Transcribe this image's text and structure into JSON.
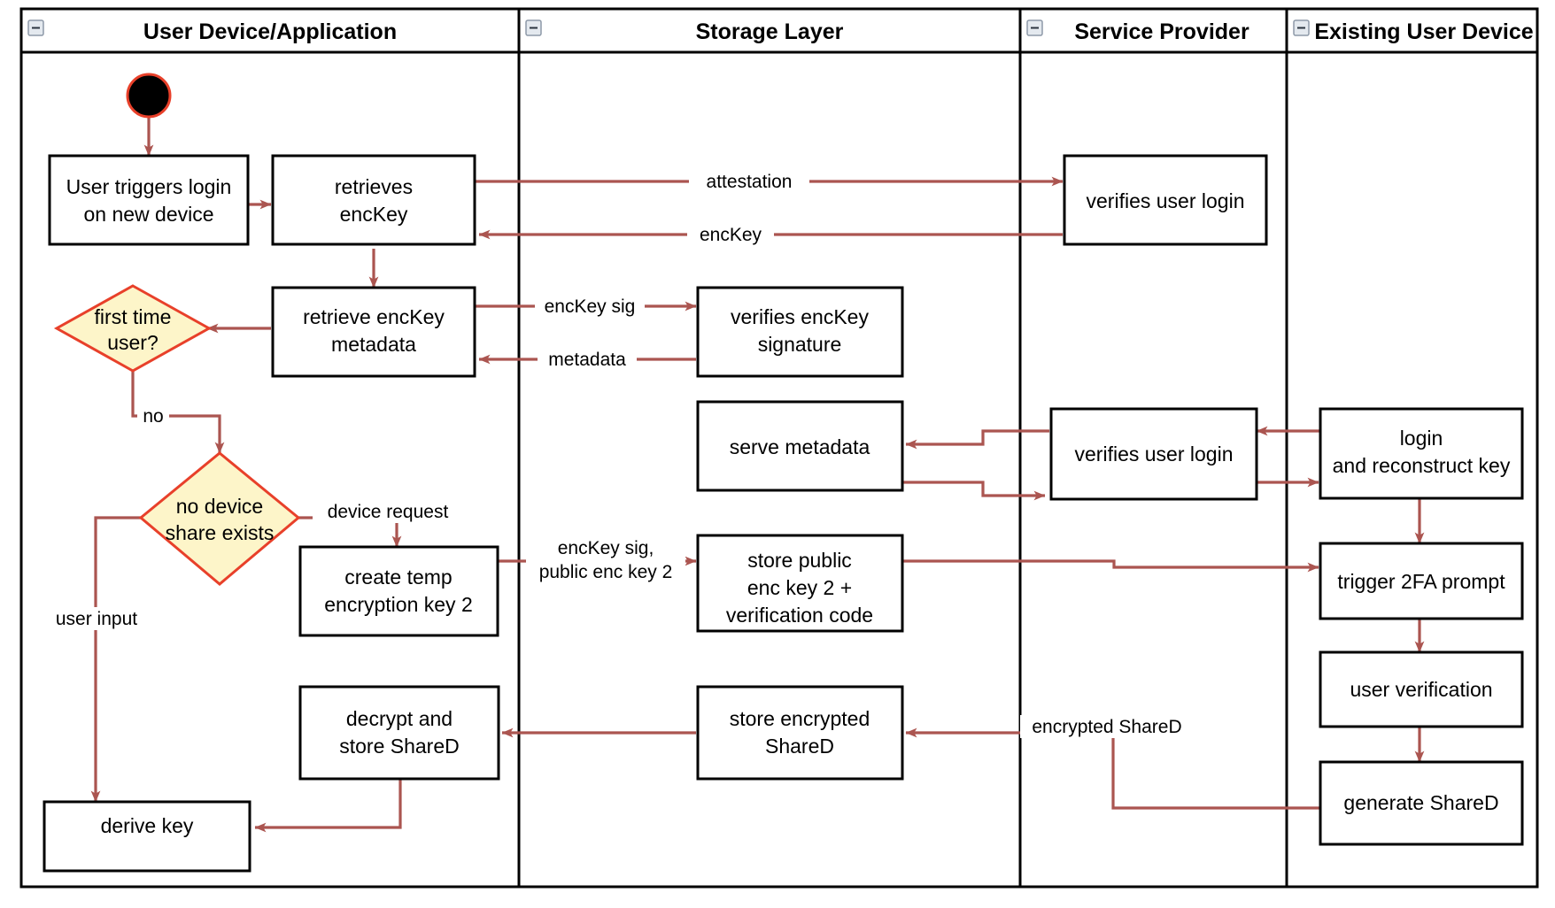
{
  "diagram": {
    "title": "Key reconstruction login flow (UML activity / swimlane)",
    "colors": {
      "flow_arrow": "#ab5550",
      "decision_fill": "#fdf5c9",
      "decision_stroke": "#e8402a",
      "node_stroke": "#000000",
      "node_fill": "#ffffff",
      "lane_border": "#000000",
      "start_node_fill": "#000000"
    },
    "lanes": [
      {
        "id": "lane-user-device",
        "label": "User Device/Application",
        "collapse_icon": "minus-box-icon"
      },
      {
        "id": "lane-storage-layer",
        "label": "Storage Layer",
        "collapse_icon": "minus-box-icon"
      },
      {
        "id": "lane-service-provider",
        "label": "Service Provider",
        "collapse_icon": "minus-box-icon"
      },
      {
        "id": "lane-existing-user-device",
        "label": "Existing User Device",
        "collapse_icon": "minus-box-icon"
      }
    ],
    "nodes": [
      {
        "id": "start",
        "type": "start",
        "lane": "lane-user-device",
        "label": ""
      },
      {
        "id": "n-user-triggers-login",
        "type": "action",
        "lane": "lane-user-device",
        "lines": [
          "User triggers login",
          "on new device"
        ]
      },
      {
        "id": "n-retrieves-enckey",
        "type": "action",
        "lane": "lane-user-device",
        "lines": [
          "retrieves",
          "encKey"
        ]
      },
      {
        "id": "n-retrieve-enckey-metadata",
        "type": "action",
        "lane": "lane-user-device",
        "lines": [
          "retrieve encKey",
          "metadata"
        ]
      },
      {
        "id": "n-first-time-user",
        "type": "decision",
        "lane": "lane-user-device",
        "lines": [
          "first time",
          "user?"
        ]
      },
      {
        "id": "n-no-device-share-exists",
        "type": "decision",
        "lane": "lane-user-device",
        "lines": [
          "no device",
          "share exists"
        ]
      },
      {
        "id": "n-create-temp-encryption-key-2",
        "type": "action",
        "lane": "lane-user-device",
        "lines": [
          "create temp",
          "encryption key 2"
        ]
      },
      {
        "id": "n-decrypt-and-store-shared",
        "type": "action",
        "lane": "lane-user-device",
        "lines": [
          "decrypt and",
          "store ShareD"
        ]
      },
      {
        "id": "n-derive-key",
        "type": "action",
        "lane": "lane-user-device",
        "lines": [
          "derive key"
        ]
      },
      {
        "id": "n-verifies-enckey-signature",
        "type": "action",
        "lane": "lane-storage-layer",
        "lines": [
          "verifies encKey",
          "signature"
        ]
      },
      {
        "id": "n-serve-metadata",
        "type": "action",
        "lane": "lane-storage-layer",
        "lines": [
          "serve metadata"
        ]
      },
      {
        "id": "n-store-public-enc-key-2",
        "type": "action",
        "lane": "lane-storage-layer",
        "lines": [
          "store public",
          "enc key 2 +",
          "verification code"
        ]
      },
      {
        "id": "n-store-encrypted-shared",
        "type": "action",
        "lane": "lane-storage-layer",
        "lines": [
          "store encrypted",
          "ShareD"
        ]
      },
      {
        "id": "n-verifies-user-login-1",
        "type": "action",
        "lane": "lane-service-provider",
        "lines": [
          "verifies user login"
        ]
      },
      {
        "id": "n-verifies-user-login-2",
        "type": "action",
        "lane": "lane-service-provider",
        "lines": [
          "verifies user login"
        ]
      },
      {
        "id": "n-login-and-reconstruct-key",
        "type": "action",
        "lane": "lane-existing-user-device",
        "lines": [
          "login",
          "and reconstruct key"
        ]
      },
      {
        "id": "n-trigger-2fa-prompt",
        "type": "action",
        "lane": "lane-existing-user-device",
        "lines": [
          "trigger 2FA prompt"
        ]
      },
      {
        "id": "n-user-verification",
        "type": "action",
        "lane": "lane-existing-user-device",
        "lines": [
          "user verification"
        ]
      },
      {
        "id": "n-generate-shared",
        "type": "action",
        "lane": "lane-existing-user-device",
        "lines": [
          "generate ShareD"
        ]
      }
    ],
    "edge_labels": [
      {
        "id": "lbl-attestation",
        "text": "attestation"
      },
      {
        "id": "lbl-enckey",
        "text": "encKey"
      },
      {
        "id": "lbl-enckey-sig",
        "text": "encKey sig"
      },
      {
        "id": "lbl-metadata",
        "text": "metadata"
      },
      {
        "id": "lbl-no",
        "text": "no"
      },
      {
        "id": "lbl-device-request",
        "text": "device request"
      },
      {
        "id": "lbl-user-input",
        "text": "user input"
      },
      {
        "id": "lbl-enckey-sig-public-enc-key-2-line1",
        "text": "encKey sig,"
      },
      {
        "id": "lbl-enckey-sig-public-enc-key-2-line2",
        "text": "public enc key 2"
      },
      {
        "id": "lbl-encrypted-shared",
        "text": "encrypted ShareD"
      }
    ]
  }
}
